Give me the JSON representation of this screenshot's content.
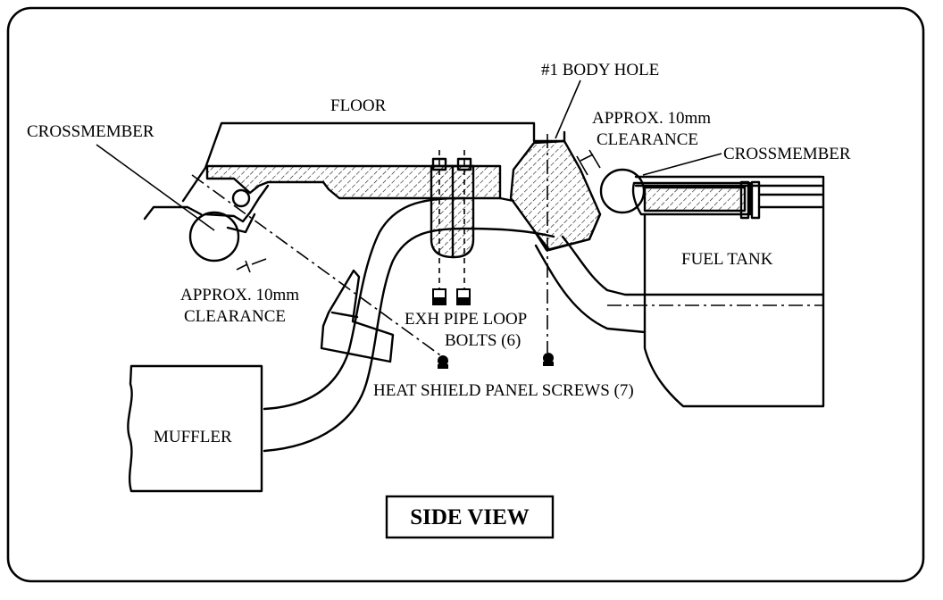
{
  "labels": {
    "floor": "FLOOR",
    "crossmember_left": "CROSSMEMBER",
    "crossmember_right": "CROSSMEMBER",
    "body_hole": "#1 BODY HOLE",
    "clearance_right_line1": "APPROX. 10mm",
    "clearance_right_line2": "CLEARANCE",
    "clearance_left_line1": "APPROX. 10mm",
    "clearance_left_line2": "CLEARANCE",
    "fuel_tank": "FUEL TANK",
    "exh_pipe_line1": "EXH PIPE LOOP",
    "exh_pipe_line2": "BOLTS (6)",
    "heat_shield_screws": "HEAT SHIELD PANEL SCREWS (7)",
    "muffler": "MUFFLER",
    "title": "SIDE VIEW"
  }
}
